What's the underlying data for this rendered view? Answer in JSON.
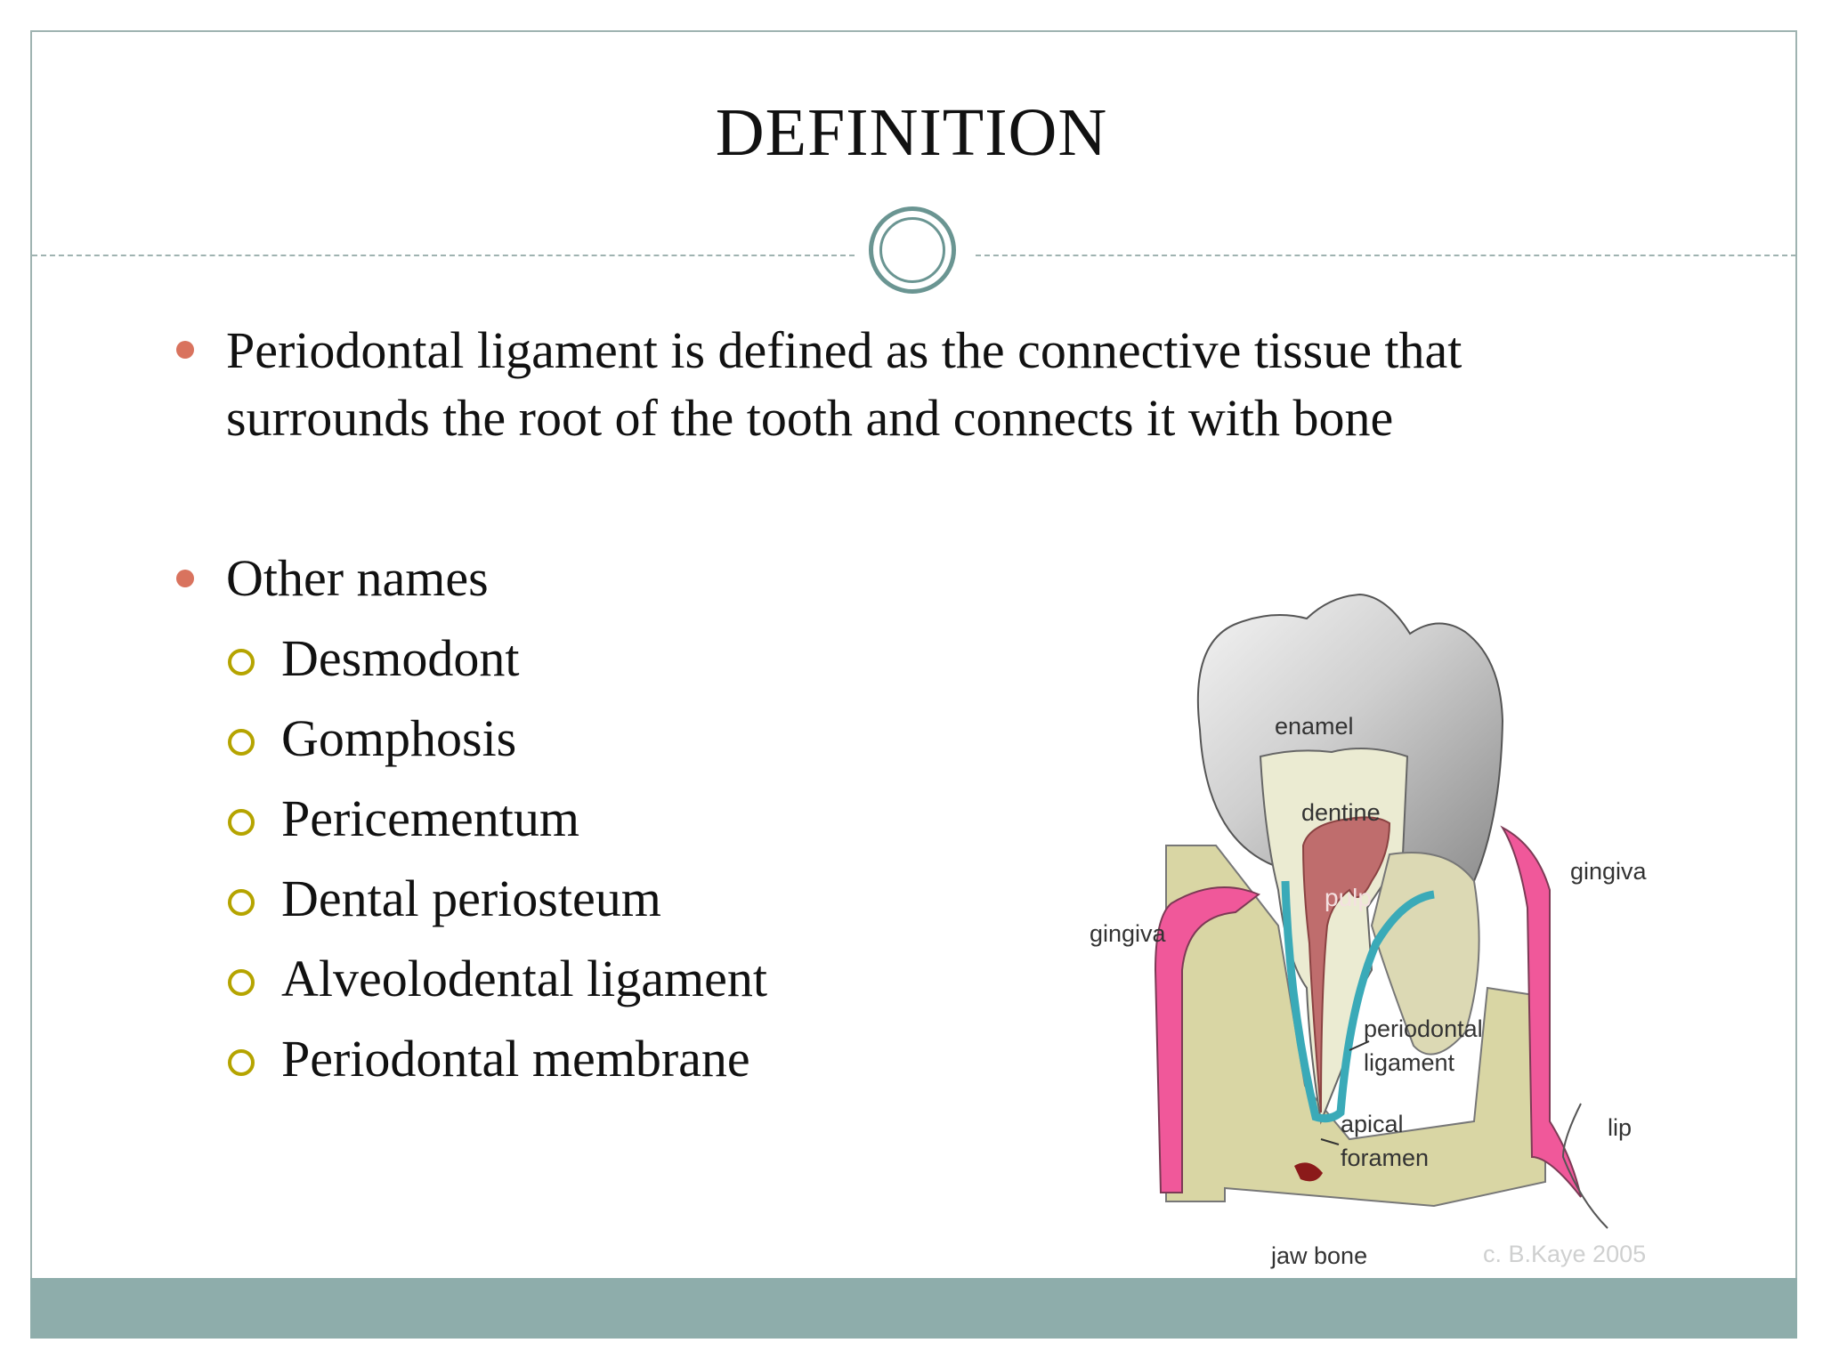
{
  "slide": {
    "title": "DEFINITION",
    "bullets": [
      {
        "text": "Periodontal ligament is defined as the connective tissue that surrounds the root of the tooth and connects it with bone"
      },
      {
        "text": "Other names",
        "sub_items": [
          "Desmodont",
          "Gomphosis",
          "Pericementum",
          "Dental periosteum",
          "Alveolodental ligament",
          "Periodontal membrane"
        ]
      }
    ]
  },
  "figure": {
    "labels": {
      "enamel": "enamel",
      "dentine": "dentine",
      "pulp": "pulp",
      "gingiva_left": "gingiva",
      "gingiva_right": "gingiva",
      "periodontal_line1": "periodontal",
      "periodontal_line2": "ligament",
      "apical_line1": "apical",
      "apical_line2": "foramen",
      "lip": "lip",
      "jaw_bone": "jaw bone",
      "credit": "c. B.Kaye 2005"
    }
  },
  "colors": {
    "frame": "#9fb3b1",
    "footer": "#8eadab",
    "bullet": "#d9735e",
    "sub_bullet": "#b5a400",
    "ring": "#6a9592"
  }
}
